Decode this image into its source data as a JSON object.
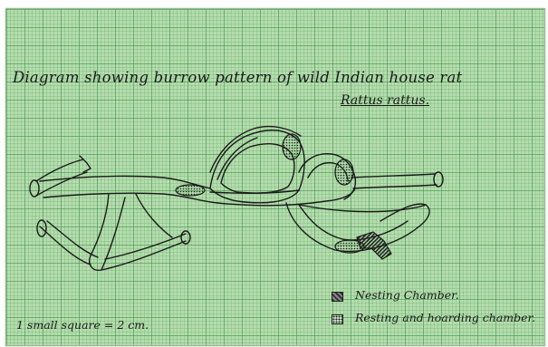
{
  "diagram": {
    "title_line1": "Diagram showing burrow pattern of wild Indian house rat",
    "title_line2": "Rattus rattus.",
    "scale_note": "1 small square = 2 cm.",
    "legend": [
      {
        "label": "Nesting Chamber.",
        "pattern": "hatched"
      },
      {
        "label": "Resting and hoarding chamber.",
        "pattern": "dotted"
      }
    ]
  },
  "colors": {
    "paper": "#b5dcae",
    "grid": "#469650",
    "ink": "#1a1a1a"
  }
}
